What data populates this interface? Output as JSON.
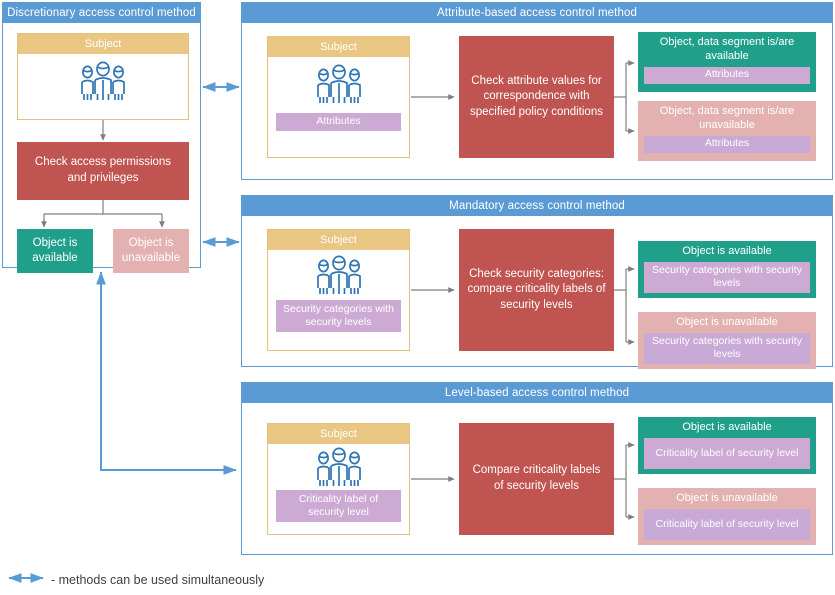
{
  "colors": {
    "panel_border": "#5b9bd5",
    "panel_header": "#5b9bd5",
    "subject_header": "#eac683",
    "subject_border": "#e6c17c",
    "process_red": "#bf5450",
    "result_green": "#20a08a",
    "result_pink": "#e3b1b0",
    "chip_purple": "#cdaad4",
    "arrow_gray": "#7f7f7f",
    "arrow_blue": "#5b9bd5",
    "text_dark": "#404040"
  },
  "left_panel": {
    "title": "Discretionary access control method",
    "subject": {
      "title": "Subject",
      "icon": "people-group-icon"
    },
    "process": "Check access permissions and privileges",
    "results": [
      {
        "label": "Object is available",
        "style": "green"
      },
      {
        "label": "Object is unavailable",
        "style": "pink"
      }
    ]
  },
  "panels": [
    {
      "title": "Attribute-based access control method",
      "subject": {
        "title": "Subject",
        "icon": "people-group-icon",
        "chip": "Attributes"
      },
      "process": "Check attribute values for correspondence with specified policy conditions",
      "results": [
        {
          "title": "Object, data segment is/are available",
          "chip": "Attributes",
          "style": "green"
        },
        {
          "title": "Object, data segment is/are unavailable",
          "chip": "Attributes",
          "style": "pink"
        }
      ]
    },
    {
      "title": "Mandatory access control method",
      "subject": {
        "title": "Subject",
        "icon": "people-group-icon",
        "chip": "Security categories with security levels"
      },
      "process": "Check security categories: compare criticality labels of security levels",
      "results": [
        {
          "title": "Object is available",
          "chip": "Security categories with security levels",
          "style": "green"
        },
        {
          "title": "Object is unavailable",
          "chip": "Security categories with security levels",
          "style": "pink"
        }
      ]
    },
    {
      "title": "Level-based access control method",
      "subject": {
        "title": "Subject",
        "icon": "people-group-icon",
        "chip": "Criticality label of security level"
      },
      "process": "Compare criticality labels of security levels",
      "results": [
        {
          "title": "Object is available",
          "chip": "Criticality label of security level",
          "style": "green"
        },
        {
          "title": "Object is unavailable",
          "chip": "Criticality label of security level",
          "style": "pink"
        }
      ]
    }
  ],
  "legend": {
    "icon": "double-arrow-icon",
    "text": "- methods can be used simultaneously"
  }
}
